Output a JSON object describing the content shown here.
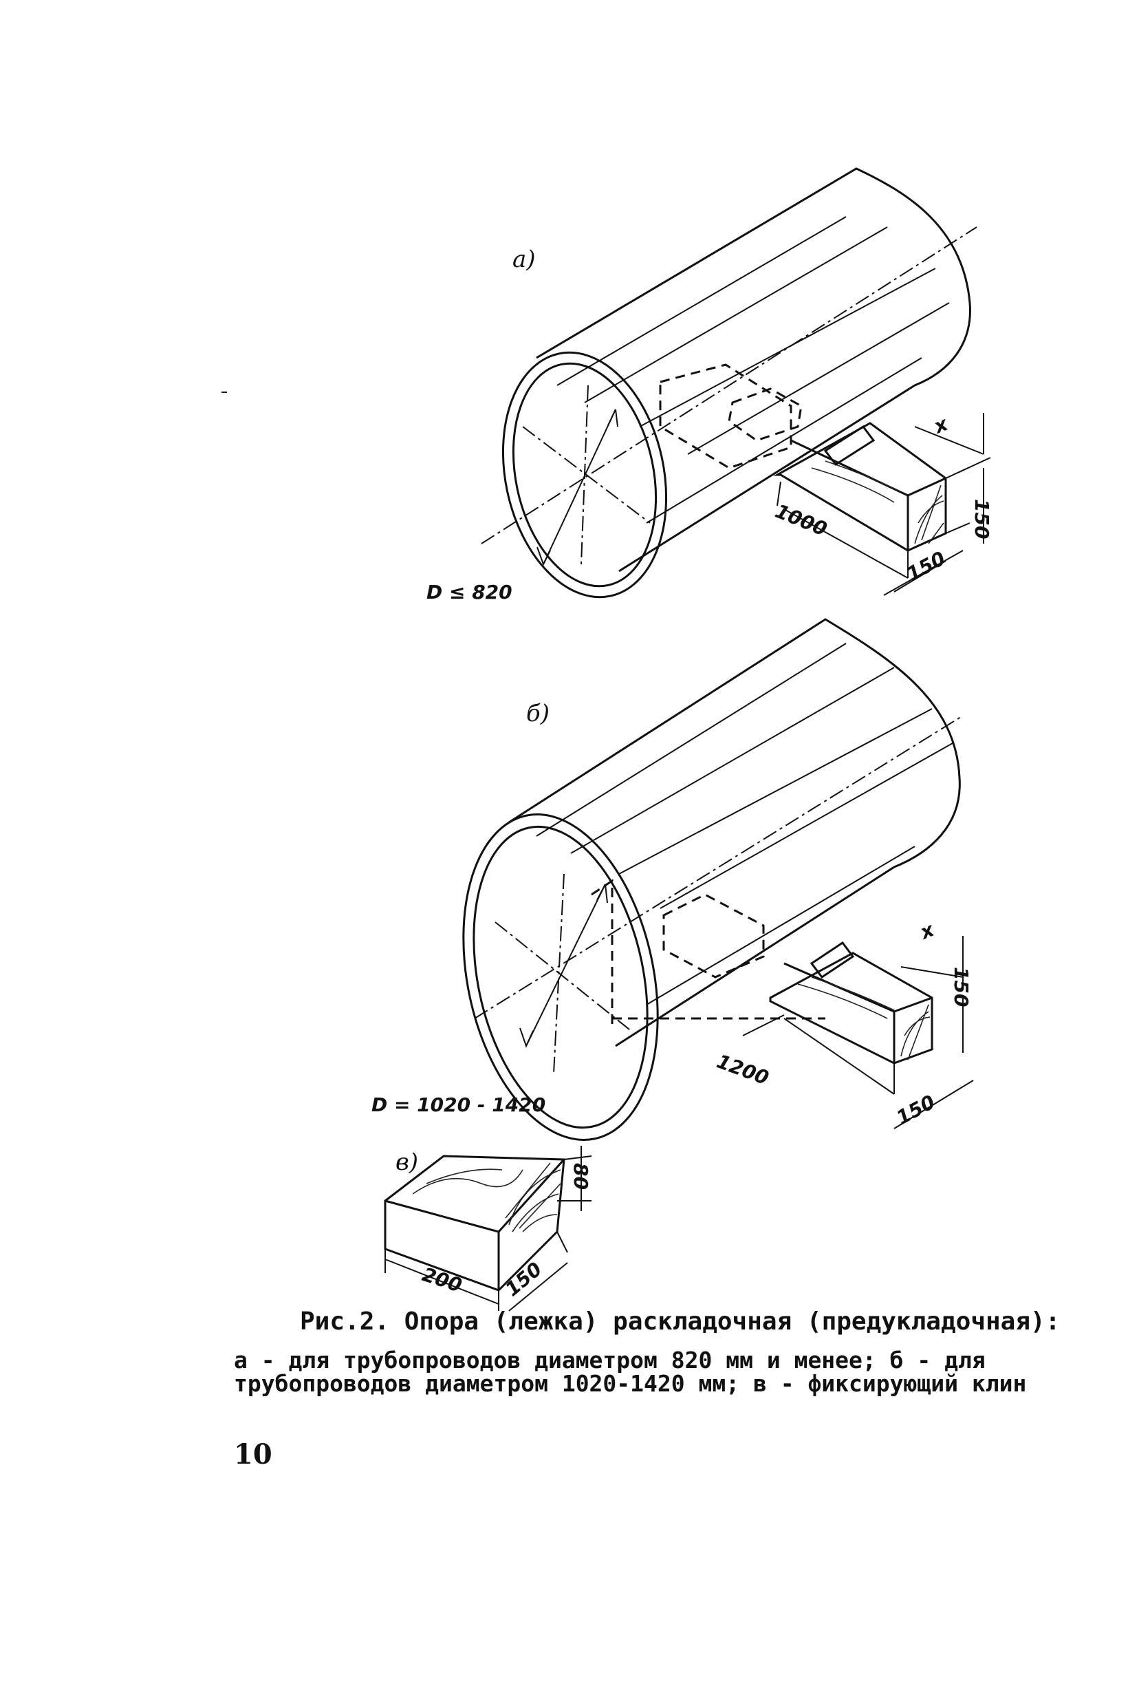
{
  "figure_a": {
    "label": "a)",
    "diameter": "D ≤ 820",
    "length": "1000",
    "height": "150",
    "width": "150",
    "offset": "x"
  },
  "figure_b": {
    "label": "б)",
    "diameter": "D = 1020 - 1420",
    "length": "1200",
    "height": "150",
    "width": "150",
    "offset": "x"
  },
  "figure_c": {
    "label": "в)",
    "height": "80",
    "length": "200",
    "width": "150"
  },
  "caption": {
    "title": "Рис.2. Опора (лежка) раскладочная (предукладочная):",
    "description": "а - для трубопроводов диаметром 820 мм и менее; б - для трубопроводов диаметром 1020-1420 мм; в - фиксирующий клин"
  },
  "page_number": "10"
}
